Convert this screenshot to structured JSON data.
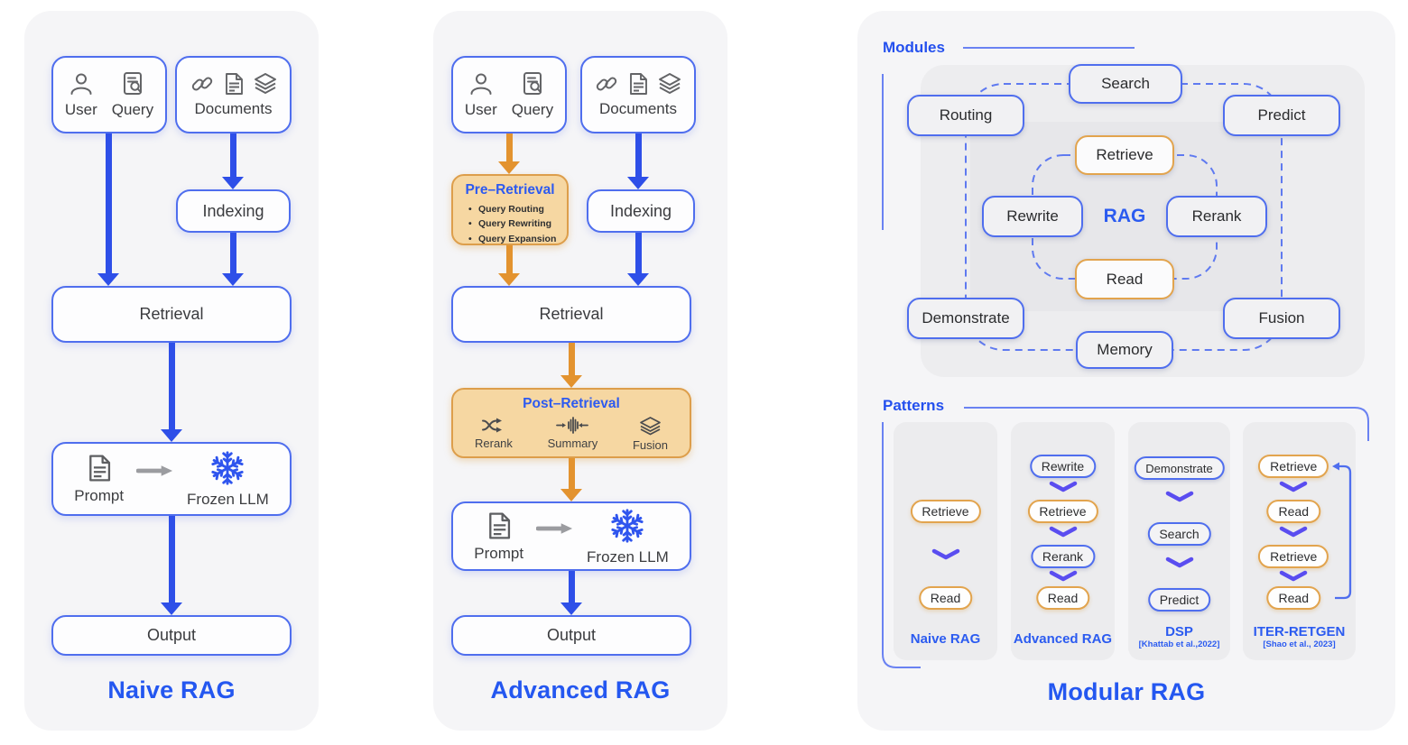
{
  "colors": {
    "accent_blue": "#2457f0",
    "box_border_blue": "#4f6eee",
    "arrow_blue": "#2e4fe8",
    "arrow_orange": "#e3932f",
    "orange_fill": "#f6d7a2",
    "orange_border": "#dd9e4b",
    "chevron_violet": "#5a4df0",
    "panel_bg": "#f5f5f7"
  },
  "icons": {
    "user": "user-icon",
    "query": "query-doc-icon",
    "documents": [
      "link-icon",
      "document-icon",
      "layers-icon"
    ],
    "prompt": "document-icon",
    "frozen_llm": "snowflake-icon",
    "prompt_to_llm": "gray-arrow-icon"
  },
  "naive": {
    "title": "Naive RAG",
    "user": "User",
    "query": "Query",
    "documents": "Documents",
    "indexing": "Indexing",
    "retrieval": "Retrieval",
    "prompt": "Prompt",
    "frozen_llm": "Frozen LLM",
    "output": "Output"
  },
  "advanced": {
    "title": "Advanced RAG",
    "user": "User",
    "query": "Query",
    "documents": "Documents",
    "indexing": "Indexing",
    "retrieval": "Retrieval",
    "pre_retrieval": {
      "title": "Pre–Retrieval",
      "items": [
        "Query Routing",
        "Query Rewriting",
        "Query Expansion"
      ]
    },
    "post_retrieval": {
      "title": "Post–Retrieval",
      "items": [
        {
          "icon": "rerank-icon",
          "label": "Rerank"
        },
        {
          "icon": "summary-icon",
          "label": "Summary"
        },
        {
          "icon": "fusion-icon",
          "label": "Fusion"
        }
      ]
    },
    "prompt": "Prompt",
    "frozen_llm": "Frozen LLM",
    "output": "Output"
  },
  "modular": {
    "title": "Modular RAG",
    "modules_label": "Modules",
    "patterns_label": "Patterns",
    "rag_label": "RAG",
    "outer": [
      {
        "label": "Search"
      },
      {
        "label": "Routing"
      },
      {
        "label": "Predict"
      },
      {
        "label": "Demonstrate"
      },
      {
        "label": "Fusion"
      },
      {
        "label": "Memory"
      }
    ],
    "inner": [
      {
        "label": "Retrieve",
        "type": "orange"
      },
      {
        "label": "Rewrite",
        "type": "blue"
      },
      {
        "label": "Rerank",
        "type": "blue"
      },
      {
        "label": "Read",
        "type": "orange"
      }
    ],
    "patterns": [
      {
        "name": "Naive RAG",
        "steps": [
          {
            "label": "Retrieve",
            "type": "orange"
          },
          {
            "label": "Read",
            "type": "orange"
          }
        ]
      },
      {
        "name": "Advanced RAG",
        "steps": [
          {
            "label": "Rewrite",
            "type": "blue"
          },
          {
            "label": "Retrieve",
            "type": "orange"
          },
          {
            "label": "Rerank",
            "type": "blue"
          },
          {
            "label": "Read",
            "type": "orange"
          }
        ]
      },
      {
        "name": "DSP",
        "citation": "[Khattab et al.,2022]",
        "steps": [
          {
            "label": "Demonstrate",
            "type": "blue"
          },
          {
            "label": "Search",
            "type": "blue"
          },
          {
            "label": "Predict",
            "type": "blue"
          }
        ]
      },
      {
        "name": "ITER-RETGEN",
        "citation": "[Shao et al., 2023]",
        "loop": true,
        "steps": [
          {
            "label": "Retrieve",
            "type": "orange"
          },
          {
            "label": "Read",
            "type": "orange"
          },
          {
            "label": "Retrieve",
            "type": "orange"
          },
          {
            "label": "Read",
            "type": "orange"
          }
        ]
      }
    ]
  }
}
